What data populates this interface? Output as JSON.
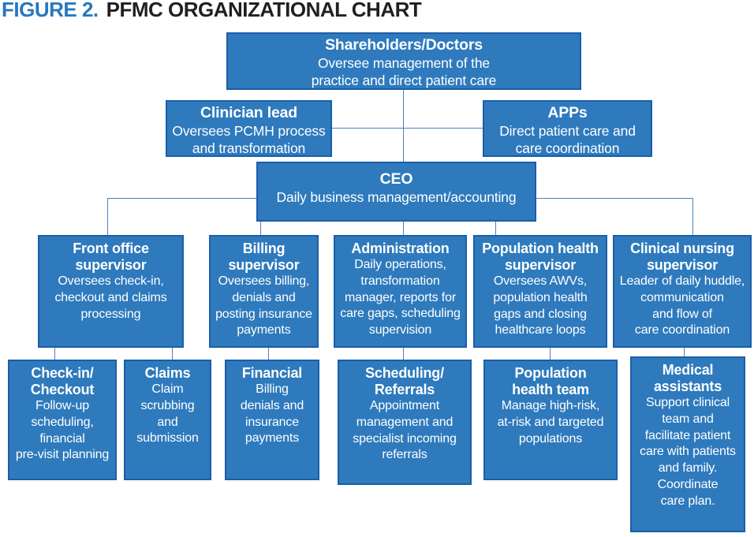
{
  "title": {
    "figure_label": "FIGURE 2.",
    "text": "PFMC ORGANIZATIONAL CHART"
  },
  "colors": {
    "box_fill": "#2e7abd",
    "box_border": "#1a5ea9",
    "connector_line": "#4e82bd",
    "title_accent": "#2878be",
    "title_dark": "#231f20",
    "box_text": "#ffffff"
  },
  "nodes": {
    "shareholders": {
      "heading": "Shareholders/Doctors",
      "body": "Oversee management of the\npractice and direct patient care"
    },
    "clinician_lead": {
      "heading": "Clinician lead",
      "body": "Oversees PCMH process\nand transformation"
    },
    "apps": {
      "heading": "APPs",
      "body": "Direct patient care and\ncare coordination"
    },
    "ceo": {
      "heading": "CEO",
      "body": "Daily business management/accounting"
    },
    "front_office_supervisor": {
      "heading": "Front office\nsupervisor",
      "body": "Oversees check-in,\ncheckout and claims\nprocessing"
    },
    "billing_supervisor": {
      "heading": "Billing\nsupervisor",
      "body": "Oversees billing,\ndenials and\nposting insurance\npayments"
    },
    "administration": {
      "heading": "Administration",
      "body": "Daily operations,\ntransformation\nmanager, reports for\ncare gaps, scheduling\nsupervision"
    },
    "population_health_supervisor": {
      "heading": "Population health\nsupervisor",
      "body": "Oversees AWVs,\npopulation health\ngaps and closing\nhealthcare loops"
    },
    "clinical_nursing_supervisor": {
      "heading": "Clinical nursing\nsupervisor",
      "body": "Leader of daily huddle,\ncommunication\nand flow of\ncare coordination"
    },
    "checkin_checkout": {
      "heading": "Check-in/\nCheckout",
      "body": "Follow-up\nscheduling,\nfinancial\npre-visit planning"
    },
    "claims": {
      "heading": "Claims",
      "body": "Claim\nscrubbing\nand\nsubmission"
    },
    "financial": {
      "heading": "Financial",
      "body": "Billing\ndenials and\ninsurance\npayments"
    },
    "scheduling_referrals": {
      "heading": "Scheduling/\nReferrals",
      "body": "Appointment\nmanagement and\nspecialist incoming\nreferrals"
    },
    "population_health_team": {
      "heading": "Population\nhealth team",
      "body": "Manage high-risk,\nat-risk and targeted\npopulations"
    },
    "medical_assistants": {
      "heading": "Medical\nassistants",
      "body": "Support clinical\nteam and\nfacilitate patient\ncare with patients\nand family.\nCoordinate\ncare plan."
    }
  }
}
